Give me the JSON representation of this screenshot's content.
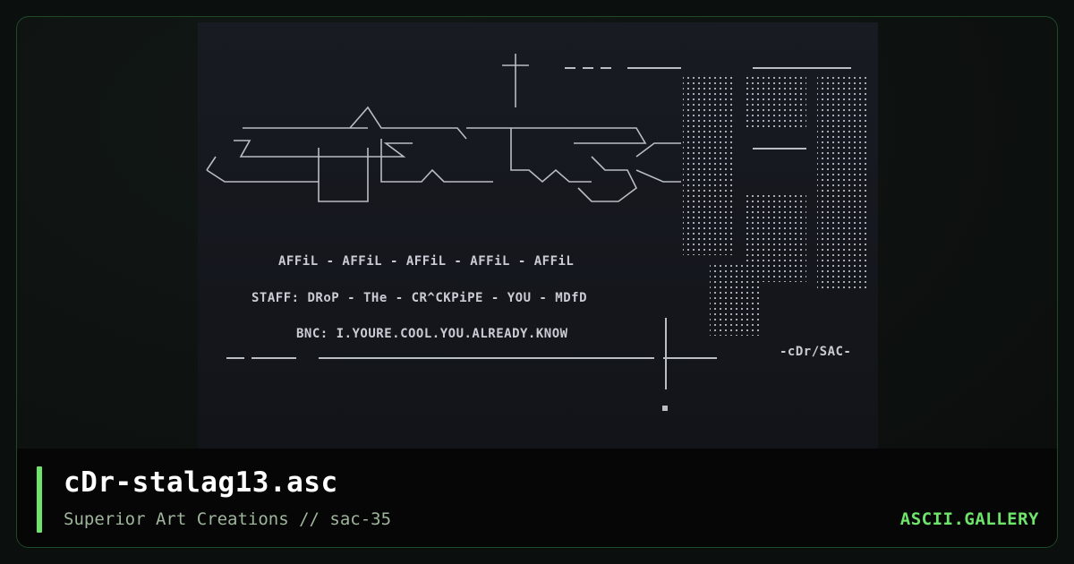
{
  "card": {
    "title": "cDr-stalag13.asc",
    "subtitle": "Superior Art Creations // sac-35",
    "brand": "ASCII.GALLERY"
  },
  "art": {
    "lines": [
      "AFFiL - AFFiL - AFFiL - AFFiL - AFFiL",
      "STAFF: DRoP - THe - CR^CKPiPE - YOU - MDfD",
      "BNC: I.YOURE.COOL.YOU.ALREADY.KNOW"
    ],
    "signature": "-cDr/SAC-"
  },
  "colors": {
    "accent": "#6ee46a",
    "background": "#0b0f0d",
    "art_background": "#181b22"
  }
}
